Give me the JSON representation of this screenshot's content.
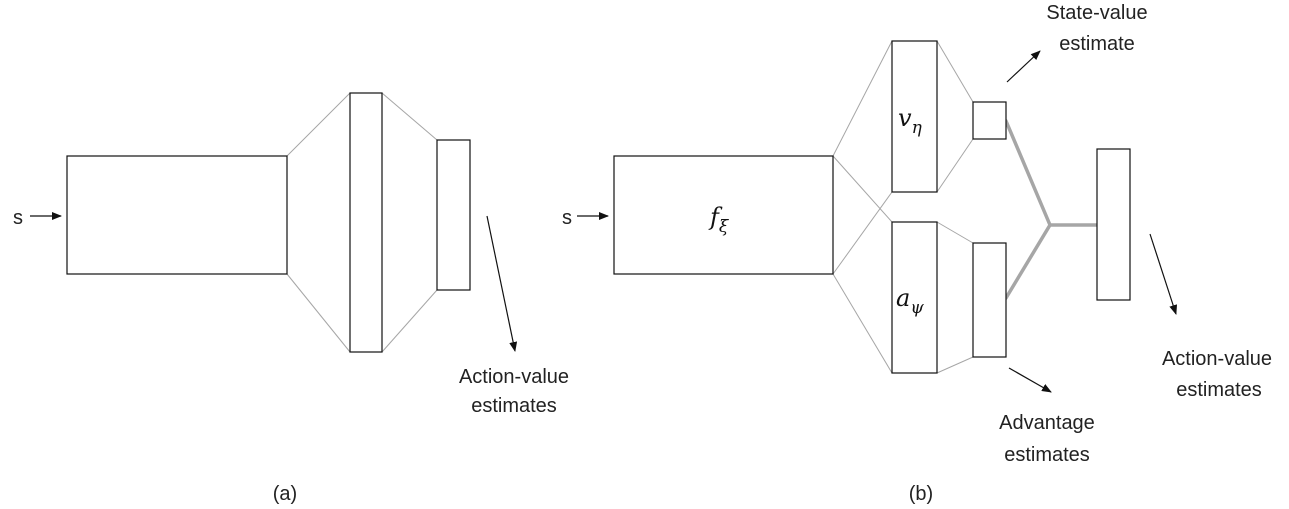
{
  "panel_a": {
    "input_label": "s",
    "output_label_line1": "Action-value",
    "output_label_line2": "estimates",
    "caption": "(a)"
  },
  "panel_b": {
    "input_label": "s",
    "feature_label": {
      "base": "f",
      "sub": "ξ"
    },
    "value_stream_label": {
      "base": "v",
      "sub": "η"
    },
    "advantage_stream_label": {
      "base": "a",
      "sub": "ψ"
    },
    "state_value_line1": "State-value",
    "state_value_line2": "estimate",
    "advantage_line1": "Advantage",
    "advantage_line2": "estimates",
    "output_label_line1": "Action-value",
    "output_label_line2": "estimates",
    "caption": "(b)"
  },
  "colors": {
    "box_stroke": "#111111",
    "connector": "#a6a6a6"
  }
}
